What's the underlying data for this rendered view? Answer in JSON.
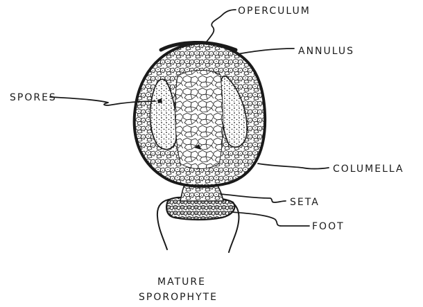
{
  "labels": {
    "operculum": "OPERCULUM",
    "annulus": "ANNULUS",
    "spores": "SPORES",
    "columella": "COLUMELLA",
    "seta": "SETA",
    "foot": "FOOT"
  },
  "caption": {
    "line1": "MATURE",
    "line2": "SPOROPHYTE"
  },
  "colors": {
    "ink": "#1a1a1a",
    "paper": "#ffffff"
  }
}
